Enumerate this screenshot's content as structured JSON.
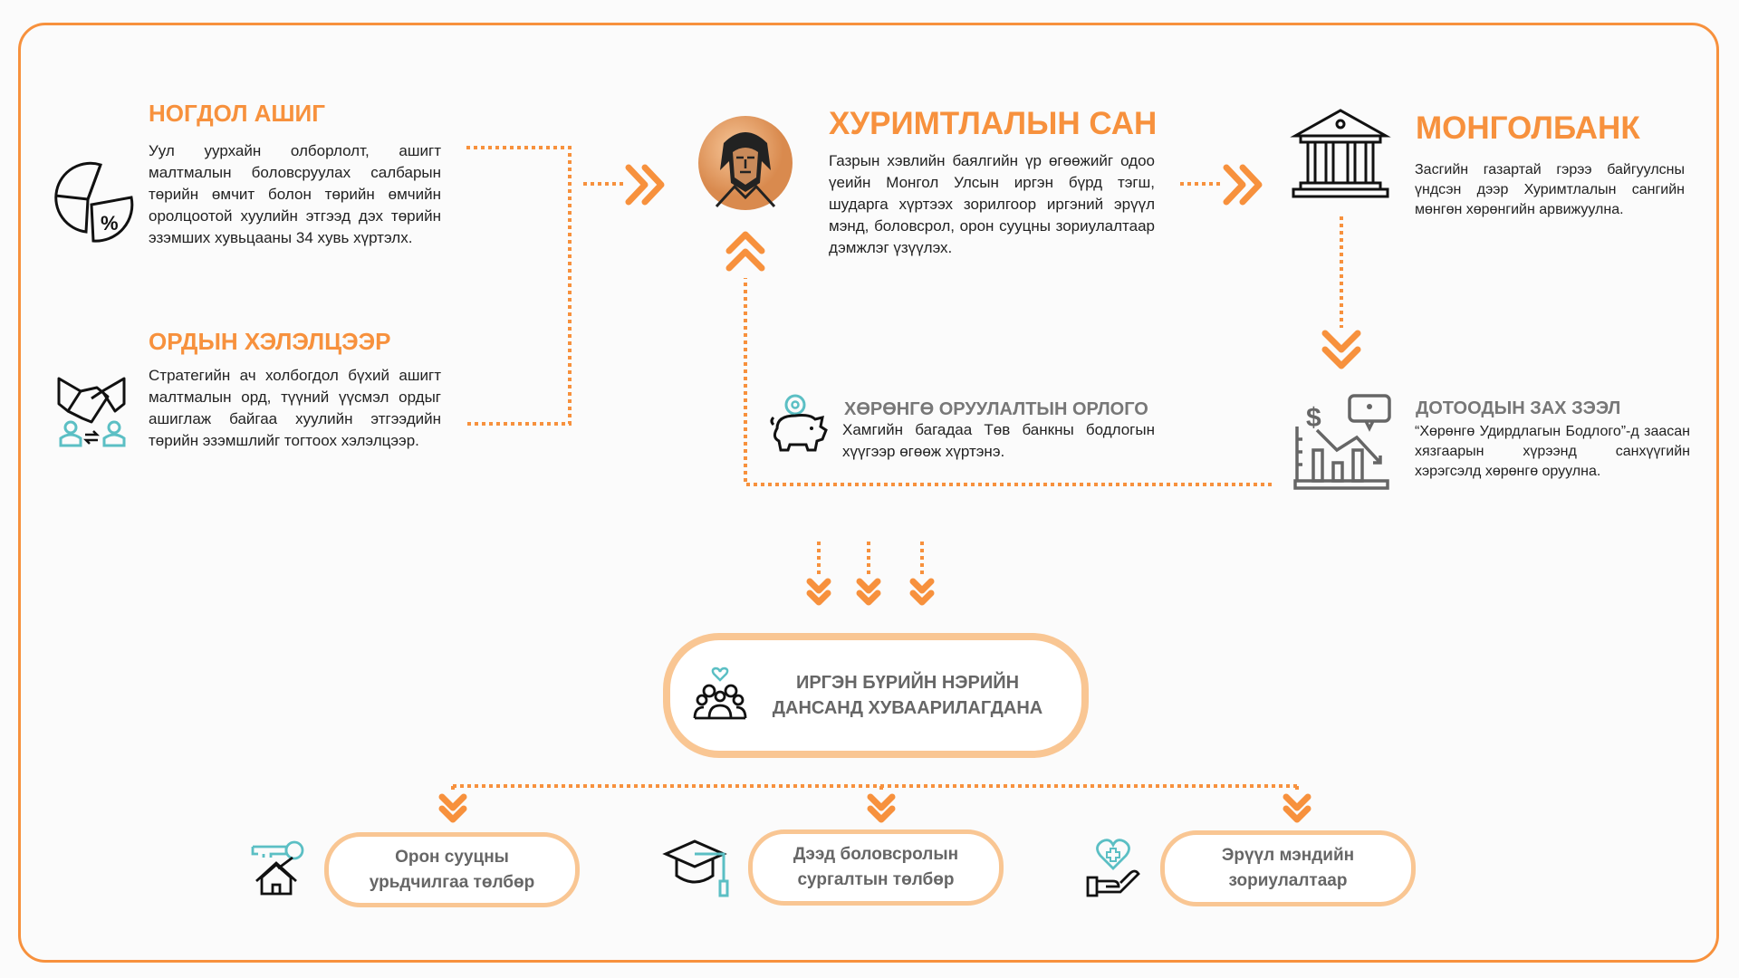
{
  "left": {
    "ngodol": {
      "title": "НОГДОЛ АШИГ",
      "text": "Уул уурхайн олборлолт, ашигт малтмалын боловсруулах салбарын төрийн өмчит болон төрийн өмчийн оролцоотой хуулийн этгээд дэх төрийн эзэмших хувьцааны 34 хувь хүртэлх."
    },
    "ordyn": {
      "title": "ОРДЫН ХЭЛЭЛЦЭЭР",
      "text": "Стратегийн ач холбогдол бүхий ашигт малтмалын орд, түүний үүсмэл ордыг ашиглаж байгаа хуулийн этгээдийн төрийн эзэмшлийг тогтоох хэлэлцээр."
    }
  },
  "fund": {
    "title": "ХУРИМТЛАЛЫН САН",
    "text": "Газрын хэвлийн баялгийн үр өгөөжийг одоо үеийн Монгол Улсын иргэн бүрд тэгш, шударга хүртээх зорилгоор иргэний эрүүл мэнд, боловсрол, орон сууцны зориулалтаар дэмжлэг үзүүлэх."
  },
  "mongolbank": {
    "title": "МОНГОЛБАНК",
    "text": "Засгийн газартай гэрээ байгуулсны үндсэн дээр Хуримтлалын сангийн мөнгөн хөрөнгийн арвижуулна."
  },
  "domestic": {
    "title": "ДОТООДЫН ЗАХ ЗЭЭЛ",
    "text": "“Хөрөнгө Удирдлагын Бодлого”-д заасан хязгаарын хүрээнд санхүүгийн хэрэгсэлд хөрөнгө оруулна."
  },
  "income": {
    "title": "ХӨРӨНГӨ ОРУУЛАЛТЫН ОРЛОГО",
    "text": "Хамгийн багадаа Төв банкны бодлогын хүүгээр өгөөж хүртэнэ."
  },
  "citizen": {
    "line1": "ИРГЭН БҮРИЙН НЭРИЙН",
    "line2": "ДАНСАНД ХУВААРИЛАГДАНА"
  },
  "uses": [
    {
      "line1": "Орон сууцны",
      "line2": "урьдчилгаа төлбөр",
      "icon": "house-key-icon"
    },
    {
      "line1": "Дээд боловсролын",
      "line2": "сургалтын төлбөр",
      "icon": "graduation-cap-icon"
    },
    {
      "line1": "Эрүүл мэндийн",
      "line2": "зориулалтаар",
      "icon": "health-hand-icon"
    }
  ],
  "colors": {
    "accent": "#f7913d",
    "box_border": "#f9c693",
    "teal": "#5bbfc4",
    "gray": "#777777"
  }
}
